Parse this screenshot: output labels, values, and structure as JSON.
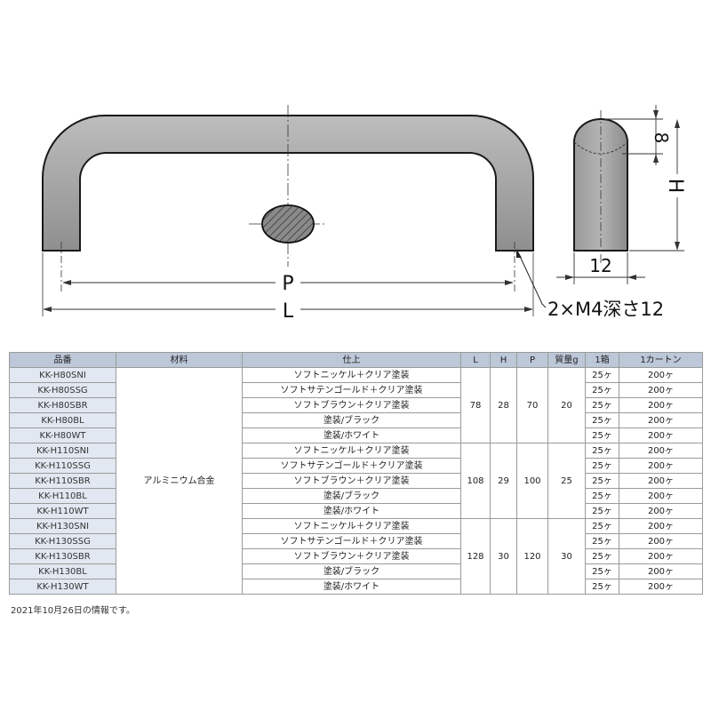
{
  "diagram": {
    "labels": {
      "P": "P",
      "L": "L",
      "H": "H",
      "eight": "8",
      "twelve": "12",
      "thread": "2×M4深さ12"
    }
  },
  "table": {
    "headers": [
      "品番",
      "材料",
      "仕上",
      "L",
      "H",
      "P",
      "質量g",
      "1箱",
      "1カートン"
    ],
    "material": "アルミニウム合金",
    "groups": [
      {
        "L": "78",
        "H": "28",
        "P": "70",
        "mass": "20",
        "rows": [
          {
            "code": "KK-H80SNI",
            "finish": "ソフトニッケル＋クリア塗装",
            "box": "25ヶ",
            "carton": "200ヶ"
          },
          {
            "code": "KK-H80SSG",
            "finish": "ソフトサテンゴールド＋クリア塗装",
            "box": "25ヶ",
            "carton": "200ヶ"
          },
          {
            "code": "KK-H80SBR",
            "finish": "ソフトブラウン＋クリア塗装",
            "box": "25ヶ",
            "carton": "200ヶ"
          },
          {
            "code": "KK-H80BL",
            "finish": "塗装/ブラック",
            "box": "25ヶ",
            "carton": "200ヶ"
          },
          {
            "code": "KK-H80WT",
            "finish": "塗装/ホワイト",
            "box": "25ヶ",
            "carton": "200ヶ"
          }
        ]
      },
      {
        "L": "108",
        "H": "29",
        "P": "100",
        "mass": "25",
        "rows": [
          {
            "code": "KK-H110SNI",
            "finish": "ソフトニッケル＋クリア塗装",
            "box": "25ヶ",
            "carton": "200ヶ"
          },
          {
            "code": "KK-H110SSG",
            "finish": "ソフトサテンゴールド＋クリア塗装",
            "box": "25ヶ",
            "carton": "200ヶ"
          },
          {
            "code": "KK-H110SBR",
            "finish": "ソフトブラウン＋クリア塗装",
            "box": "25ヶ",
            "carton": "200ヶ"
          },
          {
            "code": "KK-H110BL",
            "finish": "塗装/ブラック",
            "box": "25ヶ",
            "carton": "200ヶ"
          },
          {
            "code": "KK-H110WT",
            "finish": "塗装/ホワイト",
            "box": "25ヶ",
            "carton": "200ヶ"
          }
        ]
      },
      {
        "L": "128",
        "H": "30",
        "P": "120",
        "mass": "30",
        "rows": [
          {
            "code": "KK-H130SNI",
            "finish": "ソフトニッケル＋クリア塗装",
            "box": "25ヶ",
            "carton": "200ヶ"
          },
          {
            "code": "KK-H130SSG",
            "finish": "ソフトサテンゴールド＋クリア塗装",
            "box": "25ヶ",
            "carton": "200ヶ"
          },
          {
            "code": "KK-H130SBR",
            "finish": "ソフトブラウン＋クリア塗装",
            "box": "25ヶ",
            "carton": "200ヶ"
          },
          {
            "code": "KK-H130BL",
            "finish": "塗装/ブラック",
            "box": "25ヶ",
            "carton": "200ヶ"
          },
          {
            "code": "KK-H130WT",
            "finish": "塗装/ホワイト",
            "box": "25ヶ",
            "carton": "200ヶ"
          }
        ]
      }
    ]
  },
  "note": "2021年10月26日の情報です。"
}
